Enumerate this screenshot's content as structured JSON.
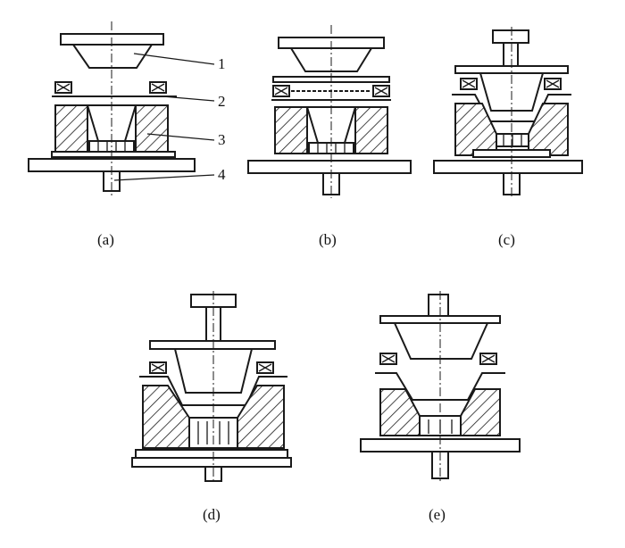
{
  "callouts": [
    "1",
    "2",
    "3",
    "4"
  ],
  "panel_labels": [
    "(a)",
    "(b)",
    "(c)",
    "(d)",
    "(e)"
  ],
  "colors": {
    "ink": "#1a1a1a",
    "background": "#ffffff"
  }
}
